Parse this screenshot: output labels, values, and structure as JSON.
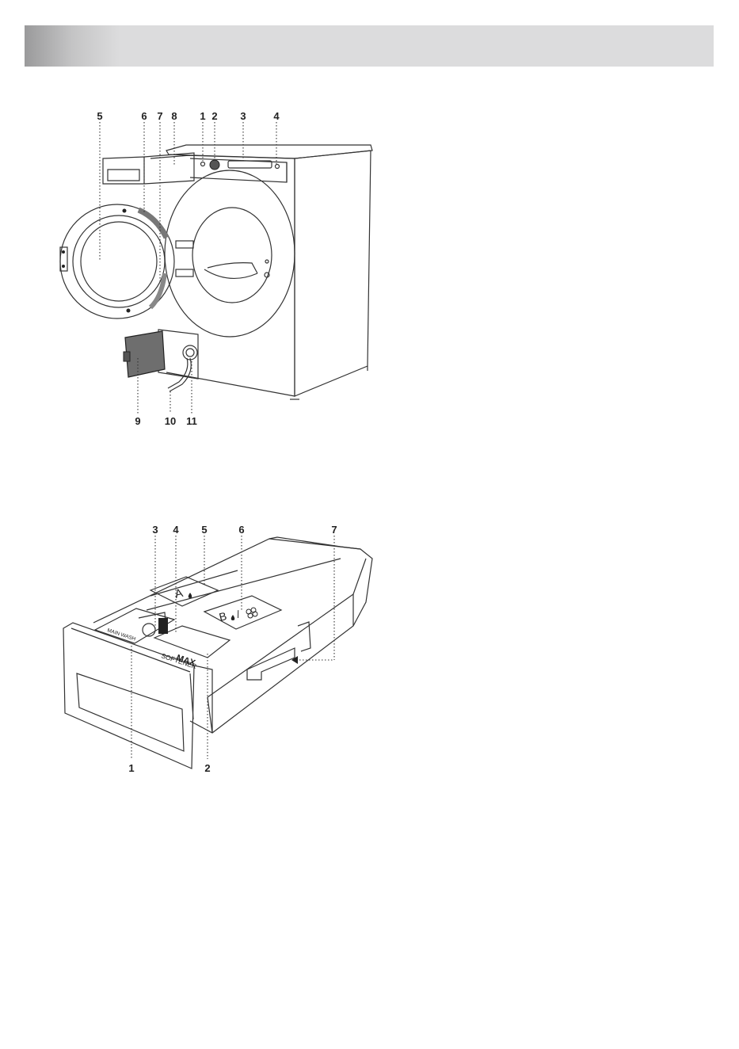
{
  "figure1": {
    "callouts": [
      "5",
      "6",
      "7",
      "8",
      "1",
      "2",
      "3",
      "4",
      "9",
      "10",
      "11"
    ]
  },
  "figure2": {
    "callouts": [
      "3",
      "4",
      "5",
      "6",
      "7",
      "1",
      "2"
    ],
    "compartment_labels": {
      "a": "A",
      "b": "B",
      "max": "MAX",
      "softener": "SOFTENER",
      "main_wash": "MAIN WASH"
    }
  }
}
